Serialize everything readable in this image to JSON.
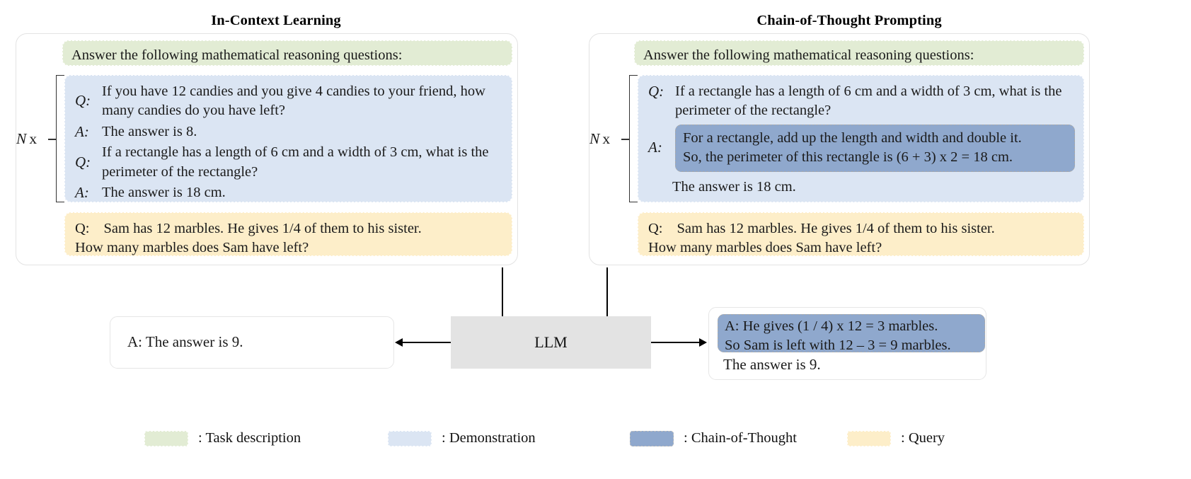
{
  "figure": {
    "panels": [
      {
        "id": "icl",
        "title": "In-Context Learning",
        "task_description": "Answer the following mathematical reasoning questions:",
        "repeat_label_n": "N",
        "repeat_label_x": "x",
        "demonstration": [
          {
            "label": "Q:",
            "text": "If you have 12 candies and you give 4 candies to your friend, how many candies do you have left?"
          },
          {
            "label": "A:",
            "text": "The answer is 8."
          },
          {
            "label": "Q:",
            "text": "If a rectangle has a length of 6 cm and a width of 3 cm, what is the perimeter of the rectangle?"
          },
          {
            "label": "A:",
            "text": "The answer is 18 cm."
          }
        ],
        "query": {
          "label": "Q:",
          "line1": "Sam has 12 marbles. He gives 1/4 of them to his sister.",
          "line2": "How many marbles does Sam have left?"
        }
      },
      {
        "id": "cot",
        "title": "Chain-of-Thought Prompting",
        "task_description": "Answer the following mathematical reasoning questions:",
        "repeat_label_n": "N",
        "repeat_label_x": "x",
        "demonstration": [
          {
            "label": "Q:",
            "text": "If a rectangle has a length of 6 cm and a width of 3 cm, what is the perimeter of the rectangle?"
          },
          {
            "label": "A:",
            "cot_line1": "For a rectangle, add up the length and width and double it.",
            "cot_line2": "So, the perimeter of this rectangle is (6 + 3) x 2 = 18 cm.",
            "final": "The answer is 18 cm."
          }
        ],
        "query": {
          "label": "Q:",
          "line1": "Sam has 12 marbles. He gives 1/4 of them to his sister.",
          "line2": "How many marbles does Sam have left?"
        }
      }
    ],
    "model_box": {
      "label": "LLM"
    },
    "outputs": {
      "left": {
        "text": "A: The answer is 9."
      },
      "right": {
        "cot_line1": "A: He gives (1 / 4) x 12 = 3 marbles.",
        "cot_line2": "So Sam is left with 12 – 3 = 9 marbles.",
        "final": "The answer is 9."
      }
    },
    "legend": [
      {
        "key": "task-description",
        "label": ": Task description",
        "color": "#e2ecd4"
      },
      {
        "key": "demonstration",
        "label": ": Demonstration",
        "color": "#dbe5f3"
      },
      {
        "key": "chain-of-thought",
        "label": ": Chain-of-Thought",
        "color": "#8fa8cd"
      },
      {
        "key": "query",
        "label": ": Query",
        "color": "#fdeec9"
      }
    ]
  }
}
